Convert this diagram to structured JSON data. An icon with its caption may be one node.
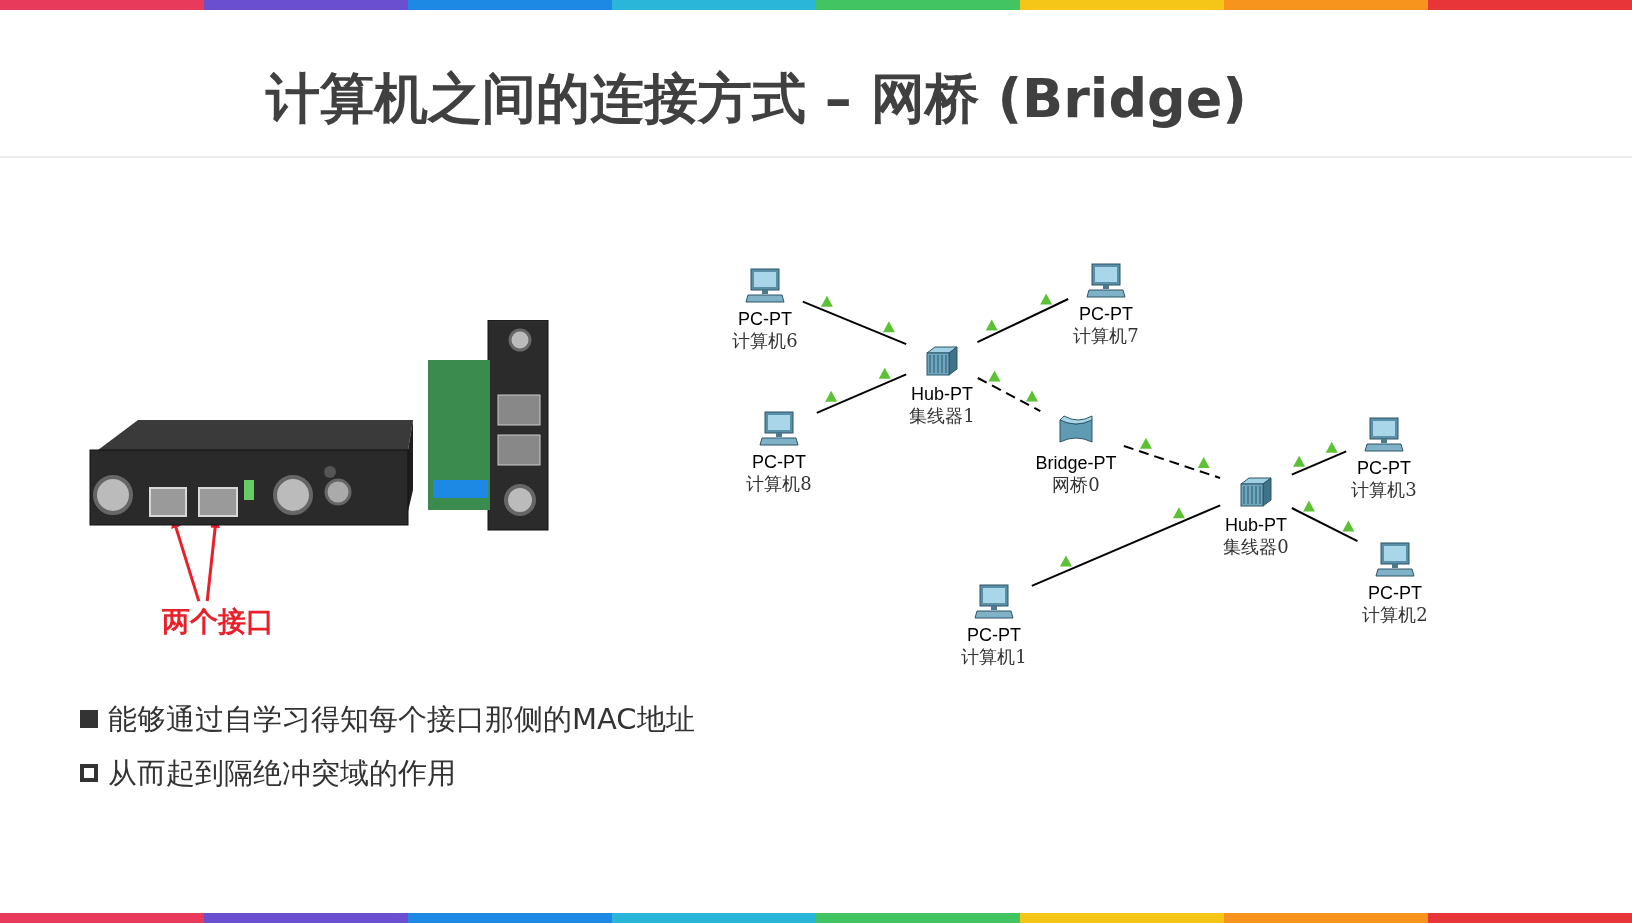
{
  "diagram": {
    "title": "计算机之间的连接方式 – 网桥 (Bridge)",
    "nodes": [
      {
        "text": [],
        "shape": "picture"
      },
      {
        "text": [],
        "shape": "box",
        "in": 0
      },
      {
        "text": [],
        "shape": "box",
        "in": 0
      },
      {
        "text": [
          "两个接口"
        ]
      },
      {
        "text": [
          "PC-PT",
          "计算机6"
        ]
      },
      {
        "text": [
          "PC-PT",
          "计算机7"
        ]
      },
      {
        "text": [
          "Hub-PT",
          "集线器1"
        ]
      },
      {
        "text": [
          "PC-PT",
          "计算机8"
        ]
      },
      {
        "text": [
          "Bridge-PT",
          "网桥0"
        ]
      },
      {
        "text": [
          "PC-PT",
          "计算机3"
        ]
      },
      {
        "text": [
          "Hub-PT",
          "集线器0"
        ]
      },
      {
        "text": [
          "PC-PT",
          "计算机2"
        ]
      },
      {
        "text": [
          "PC-PT",
          "计算机1"
        ]
      }
    ],
    "edges": [
      {
        "from": 3,
        "to": 1,
        "arrow": "to",
        "color": "#e8202a"
      },
      {
        "from": 3,
        "to": 2,
        "arrow": "to",
        "color": "#e8202a"
      },
      {
        "from": 4,
        "to": 6,
        "arrow": "none"
      },
      {
        "from": 5,
        "to": 6,
        "arrow": "none"
      },
      {
        "from": 7,
        "to": 6,
        "arrow": "none"
      },
      {
        "from": 6,
        "to": 8,
        "arrow": "none",
        "style": "dashed"
      },
      {
        "from": 8,
        "to": 10,
        "arrow": "none",
        "style": "dashed"
      },
      {
        "from": 9,
        "to": 10,
        "arrow": "none"
      },
      {
        "from": 11,
        "to": 10,
        "arrow": "none"
      },
      {
        "from": 12,
        "to": 10,
        "arrow": "none"
      }
    ],
    "labels": [
      "能够通过自学习得知每个接口那侧的MAC地址",
      "从而起到隔绝冲突域的作用"
    ]
  }
}
